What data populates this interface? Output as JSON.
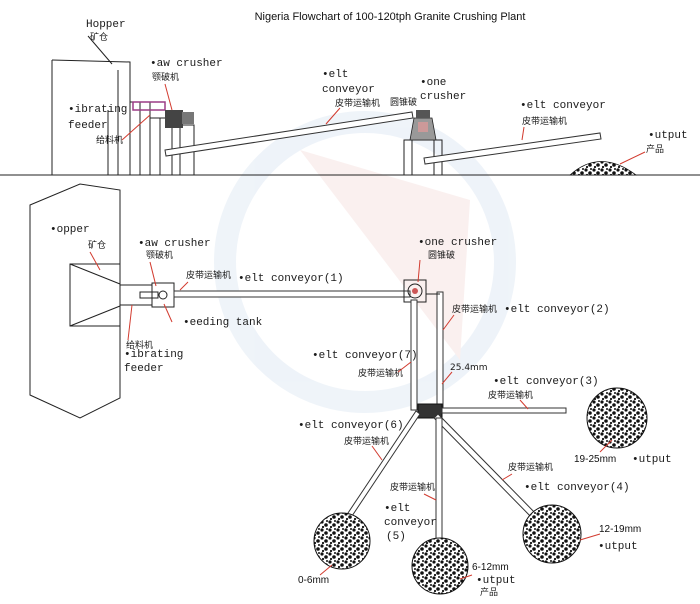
{
  "title": "Nigeria Flowchart of 100-120tph Granite Crushing Plant",
  "side_view": {
    "hopper": "Hopper",
    "hopper_cn": "矿仓",
    "jaw_crusher": "•aw crusher",
    "jaw_crusher_cn": "颚破机",
    "vibrating_feeder_1": "•ibrating",
    "vibrating_feeder_2": "feeder",
    "feeder_cn": "给料机",
    "belt_conveyor_1": "•elt",
    "belt_conveyor_2": "conveyor",
    "belt_conveyor_cn": "皮带运输机",
    "cone_crusher_1": "•one",
    "cone_crusher_2": "crusher",
    "cone_crusher_cn": "圆锥破",
    "belt_conveyor_b": "•elt conveyor",
    "belt_conveyor_b_cn": "皮带运输机",
    "output": "•utput",
    "output_cn": "产品"
  },
  "plan_view": {
    "hopper": "•opper",
    "hopper_cn": "矿仓",
    "jaw_crusher": "•aw crusher",
    "jaw_crusher_cn": "颚破机",
    "feeder_cn": "给料机",
    "feeding_tank": "•eeding tank",
    "vibrating_feeder_1": "•ibrating",
    "vibrating_feeder_2": "feeder",
    "cone_crusher": "•one crusher",
    "cone_crusher_cn": "圆锥破",
    "conveyor_1": "•elt conveyor(1)",
    "conveyor_1_cn": "皮带运输机",
    "conveyor_2": "•elt conveyor(2)",
    "conveyor_2_cn": "皮带运输机",
    "conveyor_3": "•elt conveyor(3)",
    "conveyor_3_cn": "皮带运输机",
    "conveyor_4": "•elt conveyor(4)",
    "conveyor_4_cn": "皮带运输机",
    "conveyor_5_1": "•elt",
    "conveyor_5_2": "conveyor",
    "conveyor_5_3": "(5)",
    "conveyor_5_cn": "皮带运输机",
    "conveyor_6": "•elt conveyor(6)",
    "conveyor_6_cn": "皮带运输机",
    "conveyor_7": "•elt conveyor(7)",
    "conveyor_7_cn": "皮带运输机",
    "screen_size": "25.4mm",
    "pile_19_25": "19-25mm",
    "pile_12_19": "12-19mm",
    "pile_6_12": "6-12mm",
    "pile_0_6": "0-6mm",
    "output_a": "•utput",
    "output_b": "•utput",
    "output_c": "•utput",
    "output_c_cn": "产品"
  }
}
